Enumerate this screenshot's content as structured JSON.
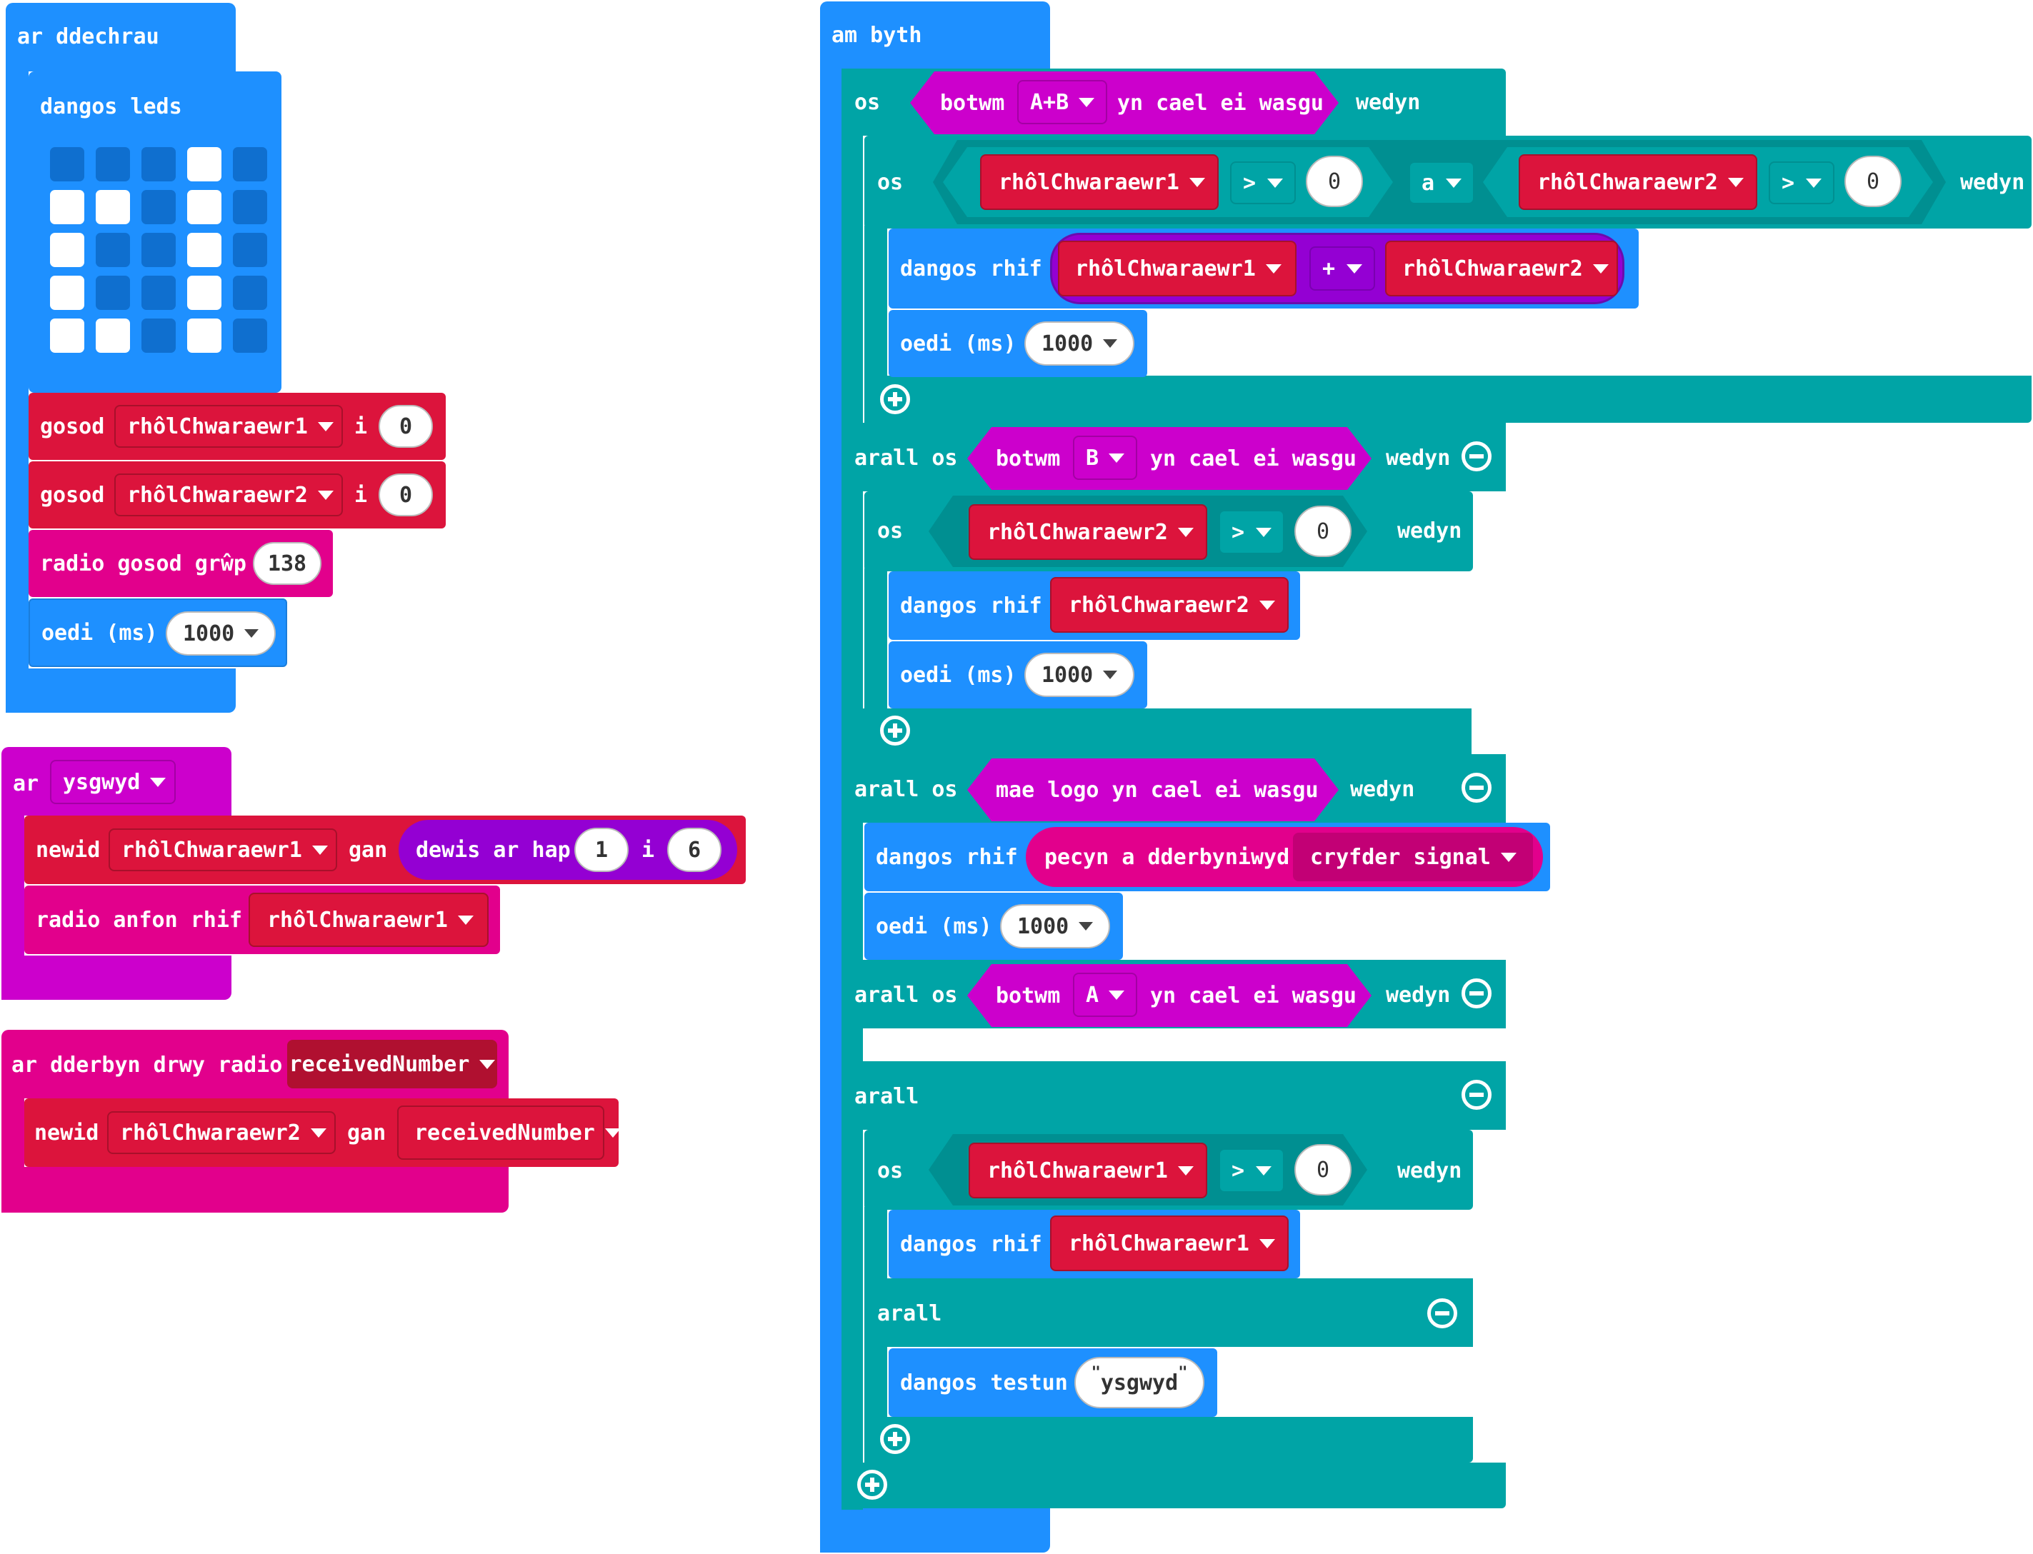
{
  "colors": {
    "basic": "#1E90FF",
    "logic": "#00A4A6",
    "variables": "#DC143C",
    "input": "#CC00CC",
    "radio": "#E2008C",
    "math": "#9400D3"
  },
  "on_start": {
    "hat": "ar ddechrau",
    "show_leds": "dangos leds",
    "leds": [
      [
        0,
        0,
        0,
        1,
        0
      ],
      [
        1,
        1,
        0,
        1,
        0
      ],
      [
        1,
        0,
        0,
        1,
        0
      ],
      [
        1,
        0,
        0,
        1,
        0
      ],
      [
        1,
        1,
        0,
        1,
        0
      ]
    ],
    "set1": {
      "kw": "gosod",
      "var": "rhôlChwaraewr1",
      "to": "i",
      "value": "0"
    },
    "set2": {
      "kw": "gosod",
      "var": "rhôlChwaraewr2",
      "to": "i",
      "value": "0"
    },
    "radio_group": {
      "label": "radio gosod grŵp",
      "value": "138"
    },
    "pause": {
      "label": "oedi (ms)",
      "value": "1000"
    }
  },
  "on_shake": {
    "kw": "ar",
    "gesture": "ysgwyd",
    "change": {
      "kw": "newid",
      "var": "rhôlChwaraewr1",
      "by": "gan",
      "random_label": "dewis ar hap",
      "from": "1",
      "to_kw": "i",
      "to": "6"
    },
    "send": {
      "label": "radio anfon rhif",
      "var": "rhôlChwaraewr1"
    }
  },
  "on_received": {
    "label": "ar dderbyn drwy radio",
    "param": "receivedNumber",
    "change": {
      "kw": "newid",
      "var": "rhôlChwaraewr2",
      "by": "gan",
      "value": "receivedNumber"
    }
  },
  "forever": {
    "hat": "am byth",
    "if1": {
      "kw": "os",
      "button_kw": "botwm",
      "button": "A+B",
      "pressed": "yn cael ei wasgu",
      "then": "wedyn"
    },
    "inner_if": {
      "kw": "os",
      "var1": "rhôlChwaraewr1",
      "op1": ">",
      "val1": "0",
      "and": "a",
      "var2": "rhôlChwaraewr2",
      "op2": ">",
      "val2": "0",
      "then": "wedyn"
    },
    "show_sum": {
      "label": "dangos rhif",
      "var1": "rhôlChwaraewr1",
      "op": "+",
      "var2": "rhôlChwaraewr2"
    },
    "pause1": {
      "label": "oedi (ms)",
      "value": "1000"
    },
    "elseif_b": {
      "kw": "arall os",
      "button_kw": "botwm",
      "button": "B",
      "pressed": "yn cael ei wasgu",
      "then": "wedyn"
    },
    "if_p2": {
      "kw": "os",
      "var": "rhôlChwaraewr2",
      "op": ">",
      "val": "0",
      "then": "wedyn"
    },
    "show_p2": {
      "label": "dangos rhif",
      "var": "rhôlChwaraewr2"
    },
    "pause2": {
      "label": "oedi (ms)",
      "value": "1000"
    },
    "elseif_logo": {
      "kw": "arall os",
      "label": "mae logo yn cael ei wasgu",
      "then": "wedyn"
    },
    "show_signal": {
      "label": "dangos rhif",
      "packet": "pecyn a dderbyniwyd",
      "signal": "cryfder signal"
    },
    "pause3": {
      "label": "oedi (ms)",
      "value": "1000"
    },
    "elseif_a": {
      "kw": "arall os",
      "button_kw": "botwm",
      "button": "A",
      "pressed": "yn cael ei wasgu",
      "then": "wedyn"
    },
    "else": {
      "kw": "arall"
    },
    "if_p1": {
      "kw": "os",
      "var": "rhôlChwaraewr1",
      "op": ">",
      "val": "0",
      "then": "wedyn"
    },
    "show_p1": {
      "label": "dangos rhif",
      "var": "rhôlChwaraewr1"
    },
    "inner_else": {
      "kw": "arall"
    },
    "show_text": {
      "label": "dangos testun",
      "value": "ysgwyd"
    }
  }
}
